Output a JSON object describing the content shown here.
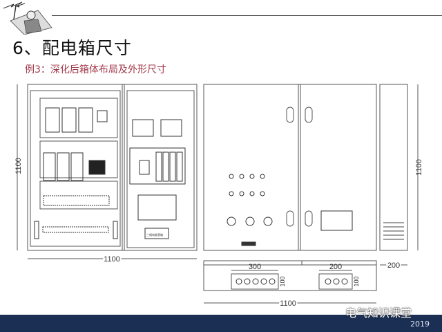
{
  "slide": {
    "title": "6、配电箱尺寸",
    "subtitle": "例3：深化后箱体布局及外形尺寸",
    "footer_year": "2019",
    "watermark": "电气知识课堂"
  },
  "drawing": {
    "front_layout": {
      "height_label": "1100",
      "width_label": "1100",
      "nameplate": "三相电能表箱"
    },
    "door_view": {
      "height_label": "1100"
    },
    "side_view": {
      "depth_label": "200"
    },
    "bottom_view": {
      "width_label": "1100",
      "knockout_left": {
        "width_label": "300",
        "height_label": "100"
      },
      "knockout_right": {
        "width_label": "200",
        "height_label": "100"
      }
    }
  },
  "colors": {
    "footer": "#1b2f55",
    "subtitle": "#a3394a"
  }
}
